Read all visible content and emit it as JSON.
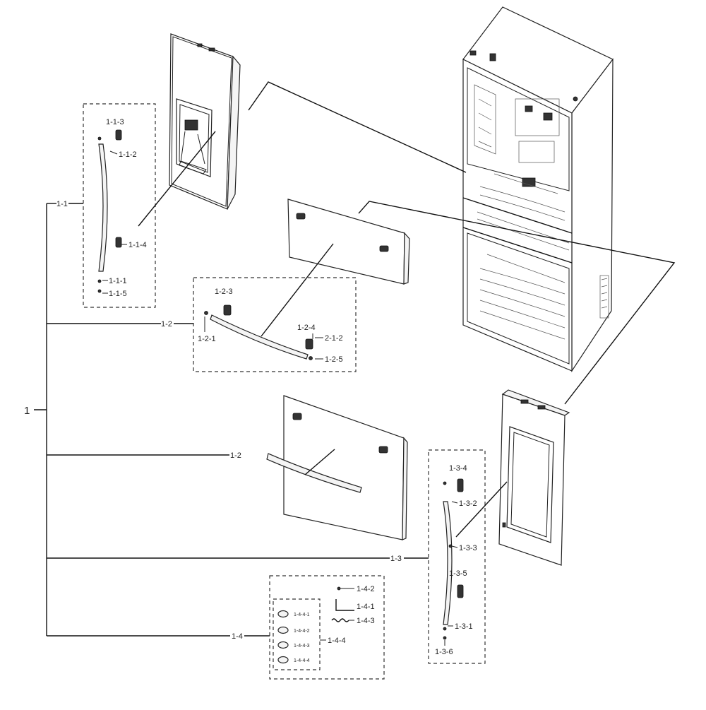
{
  "diagram": {
    "labels": {
      "root": "1",
      "a_1_1": "1-1",
      "a_1_1_1": "1-1-1",
      "a_1_1_2": "1-1-2",
      "a_1_1_3": "1-1-3",
      "a_1_1_4": "1-1-4",
      "a_1_1_5": "1-1-5",
      "a_1_2_top": "1-2",
      "a_1_2_mid": "1-2",
      "a_1_2_1": "1-2-1",
      "a_1_2_3": "1-2-3",
      "a_1_2_4": "1-2-4",
      "a_2_1_2": "2-1-2",
      "a_1_2_5": "1-2-5",
      "a_1_3": "1-3",
      "a_1_3_1": "1-3-1",
      "a_1_3_2": "1-3-2",
      "a_1_3_3": "1-3-3",
      "a_1_3_4": "1-3-4",
      "a_1_3_5": "1-3-5",
      "a_1_3_6": "1-3-6",
      "a_1_4": "1-4",
      "a_1_4_1": "1-4-1",
      "a_1_4_2": "1-4-2",
      "a_1_4_3": "1-4-3",
      "a_1_4_4": "1-4-4",
      "a_1_4_4_1": "1-4-4-1",
      "a_1_4_4_2": "1-4-4-2",
      "a_1_4_4_3": "1-4-4-3",
      "a_1_4_4_4": "1-4-4-4"
    }
  }
}
